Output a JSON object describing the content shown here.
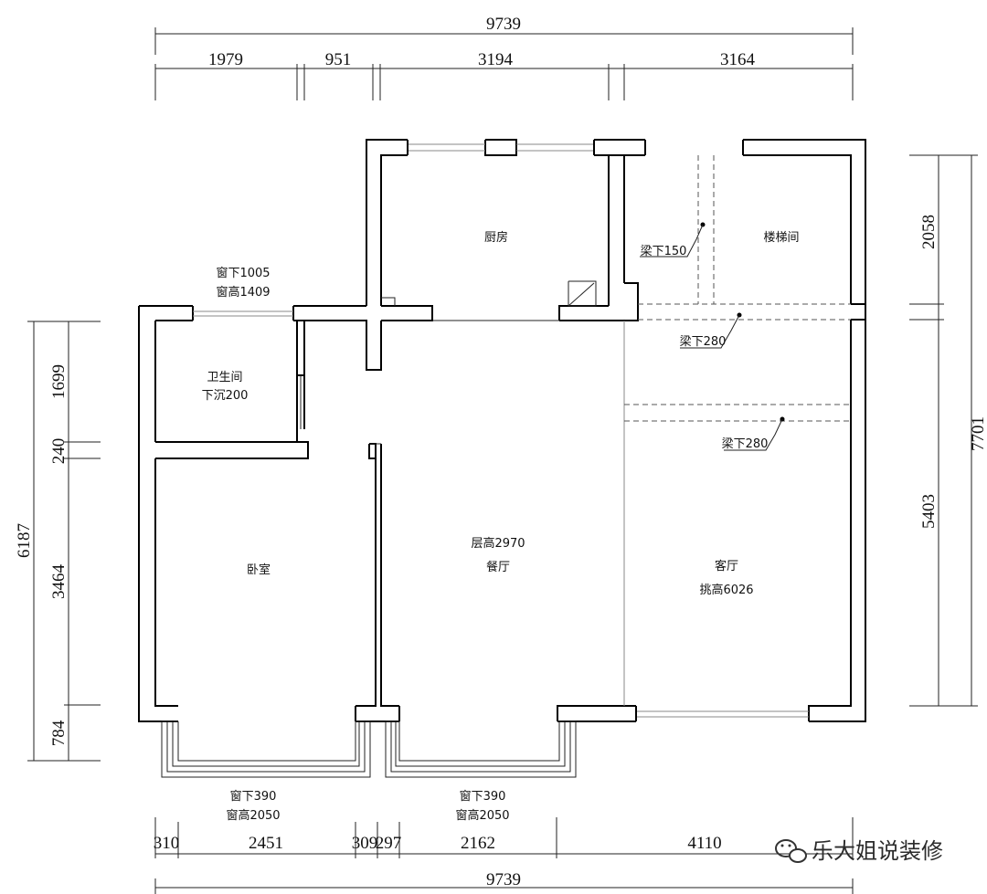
{
  "dimensions": {
    "top_total": "9739",
    "top": [
      "1979",
      "951",
      "3194",
      "3164"
    ],
    "bottom": [
      "310",
      "2451",
      "309",
      "297",
      "2162",
      "4110"
    ],
    "bottom_total": "9739",
    "left_total": "6187",
    "left": [
      "1699",
      "240",
      "3464",
      "784"
    ],
    "right_total": "7701",
    "right": [
      "2058",
      "5403"
    ]
  },
  "rooms": {
    "kitchen": "厨房",
    "stair": "楼梯间",
    "bathroom": "卫生间",
    "bathroom_note": "下沉200",
    "bedroom": "卧室",
    "dining_height": "层高2970",
    "dining": "餐厅",
    "living": "客厅",
    "living_height": "挑高6026"
  },
  "notes": {
    "beam1": "梁下150",
    "beam2": "梁下280",
    "beam3": "梁下280",
    "window_top_sill": "窗下1005",
    "window_top_height": "窗高1409",
    "window_left_sill": "窗下390",
    "window_left_height": "窗高2050",
    "window_mid_sill": "窗下390",
    "window_mid_height": "窗高2050"
  },
  "watermark": "乐大姐说装修"
}
